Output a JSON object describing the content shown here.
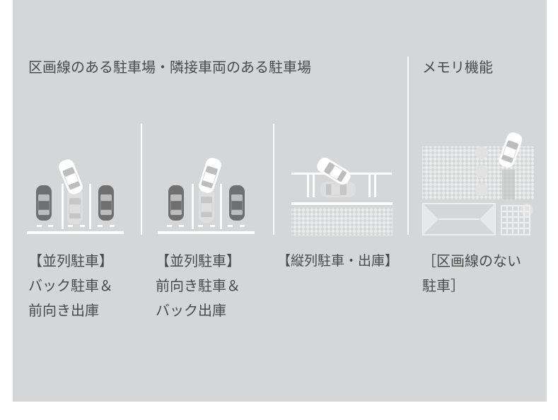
{
  "headings": {
    "marked_parking": "区画線のある駐車場・隣接車両のある駐車場",
    "memory": "メモリ機能"
  },
  "captions": [
    {
      "lines": [
        "【並列駐車】",
        "バック駐車＆",
        "前向き出庫"
      ]
    },
    {
      "lines": [
        "【並列駐車】",
        "前向き駐車＆",
        "バック出庫"
      ]
    },
    {
      "lines": [
        "【縦列駐車・出庫】"
      ]
    },
    {
      "lines": [
        "［区画線のない",
        "駐車］"
      ]
    }
  ],
  "colors": {
    "background": "#d5d6d7",
    "line": "#ffffff",
    "text": "#4a4a4a",
    "parked_car": "#6f6f6f"
  }
}
